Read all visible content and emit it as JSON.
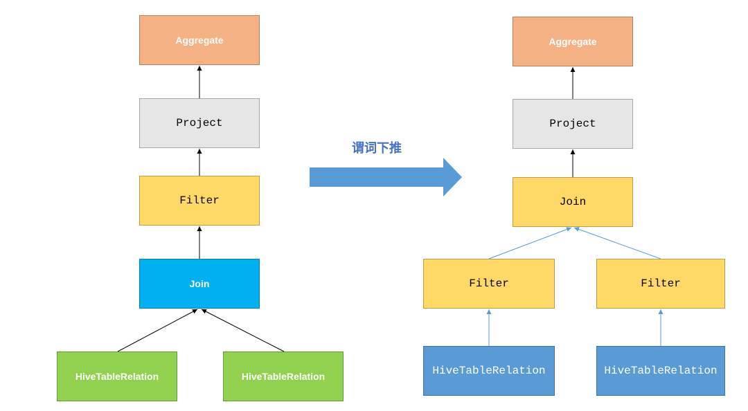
{
  "left_plan": {
    "aggregate": "Aggregate",
    "project": "Project",
    "filter": "Filter",
    "join": "Join",
    "relation_left": "HiveTableRelation",
    "relation_right": "HiveTableRelation"
  },
  "transform_label": "谓词下推",
  "right_plan": {
    "aggregate": "Aggregate",
    "project": "Project",
    "join": "Join",
    "filter_left": "Filter",
    "filter_right": "Filter",
    "relation_left": "HiveTableRelation",
    "relation_right": "HiveTableRelation"
  },
  "colors": {
    "aggregate": "#F4B183",
    "project": "#E7E6E6",
    "filter": "#FFD966",
    "join_before": "#00B0F0",
    "join_after": "#FFD966",
    "relation_before": "#92D050",
    "relation_after": "#5B9BD5",
    "pushdown_arrow": "#5B9BD5",
    "label_text": "#4472C4",
    "edge_dark": "#000000",
    "edge_blue": "#5B9BD5"
  }
}
